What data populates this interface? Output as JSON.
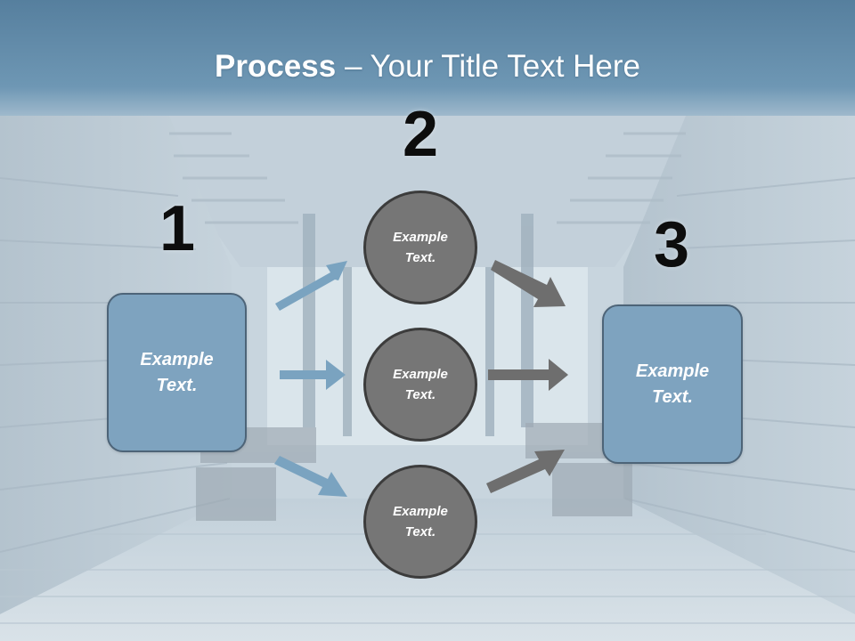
{
  "title": {
    "bold": "Process",
    "rest": " – Your Title Text Here"
  },
  "steps": [
    {
      "number": "1",
      "box_text": "Example Text."
    },
    {
      "number": "2"
    },
    {
      "number": "3",
      "box_text": "Example Text."
    }
  ],
  "circles": [
    {
      "text": "Example Text."
    },
    {
      "text": "Example Text."
    },
    {
      "text": "Example Text."
    }
  ],
  "colors": {
    "title_band": "#5f88a6",
    "box_fill": "#7ea3bf",
    "box_border": "#4d6478",
    "circle_fill": "#767676",
    "circle_border": "#3c3c3c",
    "arrow_blue": "#7aa3c0",
    "arrow_gray": "#6e6e6e"
  }
}
